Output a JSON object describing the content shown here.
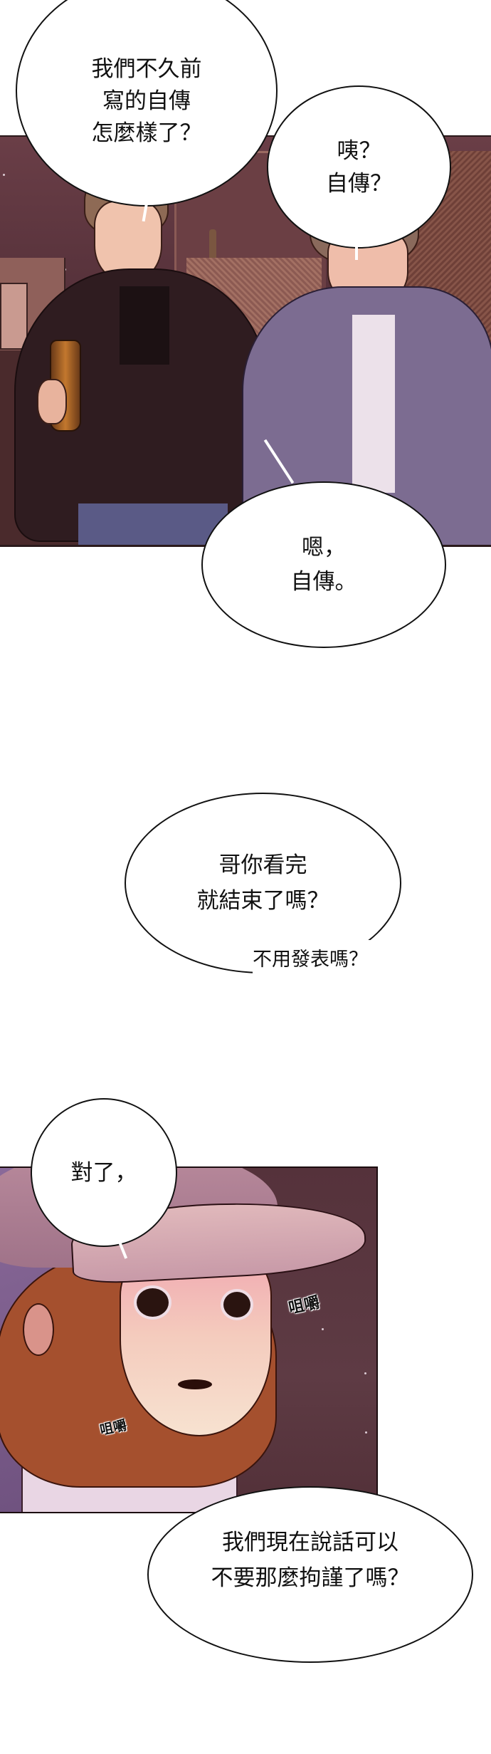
{
  "comic": {
    "panel1": {
      "colors": {
        "sky": "#5e3640",
        "wall": "#8a5a55",
        "frame": "#2b1a1c"
      },
      "bubble_top_left": {
        "lines": [
          "我們不久前",
          "寫的自傳",
          "怎麼樣了？"
        ]
      },
      "bubble_top_right": {
        "lines": [
          "咦？",
          "自傳？"
        ]
      },
      "bubble_bottom_right": {
        "lines": [
          "嗯，",
          "自傳。"
        ]
      }
    },
    "gutter": {
      "bubble_middle": {
        "lines": [
          "哥你看完",
          "就結束了嗎？"
        ]
      },
      "trailing_text": "不用發表嗎？"
    },
    "panel2": {
      "colors": {
        "sky": "#5a3840",
        "cap": "#c59aa6",
        "hair": "#b0542e",
        "skin": "#f2cfc0"
      },
      "bubble_top_left": {
        "lines": [
          "對了，"
        ]
      },
      "sfx_right": "咀嚼",
      "sfx_left": "咀嚼",
      "bubble_bottom_right": {
        "lines": [
          "我們現在說話可以",
          "不要那麼拘謹了嗎？"
        ]
      }
    }
  }
}
